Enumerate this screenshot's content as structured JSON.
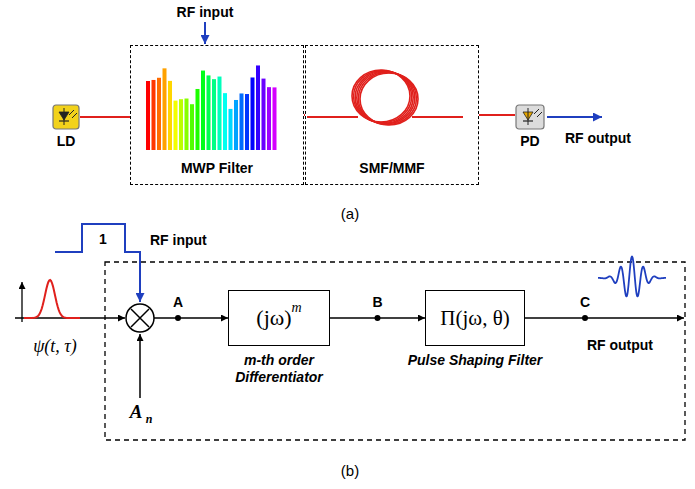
{
  "diagram": {
    "nodes": [
      {
        "text": [
          "LD"
        ]
      },
      {
        "text": [
          "MWP Filter"
        ]
      },
      {
        "text": [
          "SMF/MMF"
        ]
      },
      {
        "text": [
          "PD"
        ]
      },
      {
        "text": [
          "(jω)",
          "m",
          "m-th order Differentiator"
        ]
      },
      {
        "text": [
          "Π(jω, θ)",
          "Pulse Shaping Filter"
        ]
      }
    ],
    "edges": [
      {
        "from": 0,
        "to": 1,
        "arrow": "none"
      },
      {
        "from": 1,
        "to": 2,
        "arrow": "none"
      },
      {
        "from": 2,
        "to": 3,
        "arrow": "none"
      },
      {
        "from": 4,
        "to": 5,
        "arrow": "to",
        "label": "B"
      }
    ],
    "labels": [
      "RF input",
      "RF output",
      "(a)",
      "1",
      "RF input",
      "ψ(t, τ)",
      "A",
      "A",
      "n",
      "C",
      "RF output",
      "(b)"
    ]
  }
}
